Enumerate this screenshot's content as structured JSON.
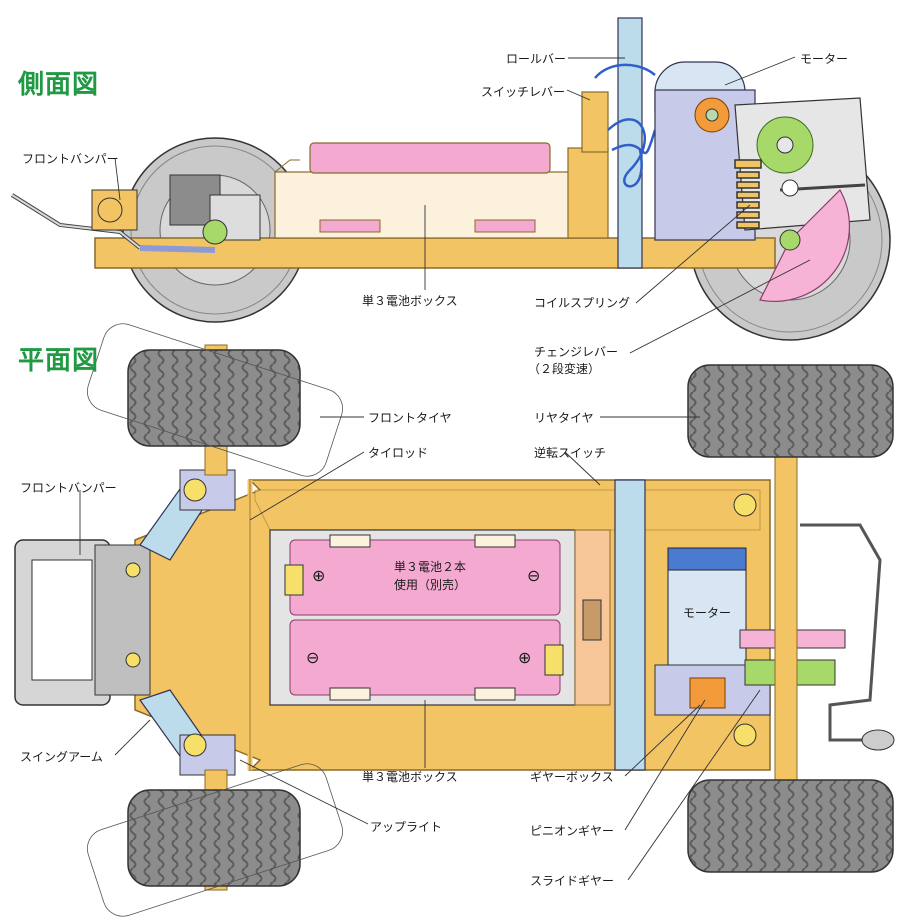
{
  "titles": {
    "side_view": "側面図",
    "top_view": "平面図"
  },
  "side_labels": {
    "roll_bar": "ロールバー",
    "motor": "モーター",
    "switch_lever": "スイッチレバー",
    "front_bumper": "フロントバンパー",
    "battery_box": "単３電池ボックス",
    "coil_spring": "コイルスプリング",
    "change_lever": "チェンジレバー",
    "change_lever_sub": "（２段変速）"
  },
  "top_labels": {
    "front_tire": "フロントタイヤ",
    "rear_tire": "リヤタイヤ",
    "tie_rod": "タイロッド",
    "reverse_switch": "逆転スイッチ",
    "front_bumper": "フロントバンパー",
    "swing_arm": "スイングアーム",
    "battery_box": "単３電池ボックス",
    "gear_box": "ギヤーボックス",
    "upright": "アップライト",
    "pinion_gear": "ピニオンギヤー",
    "slide_gear": "スライドギヤー"
  },
  "inner_labels": {
    "battery_note_line1": "単３電池２本",
    "battery_note_line2": "使用（別売）",
    "motor": "モーター",
    "plus": "⊕",
    "minus": "⊖"
  },
  "colors": {
    "title_green": "#1f9a43",
    "chassis": "#f2c464",
    "chassis_outline": "#8a6a2a",
    "battery_pink": "#f4a9d0",
    "box_cream": "#fbf1dc",
    "frame_blue": "#bcdcec",
    "tire": "#8a8a8a",
    "gear_green": "#a6d96a",
    "gear_pink": "#f6b3d6"
  }
}
